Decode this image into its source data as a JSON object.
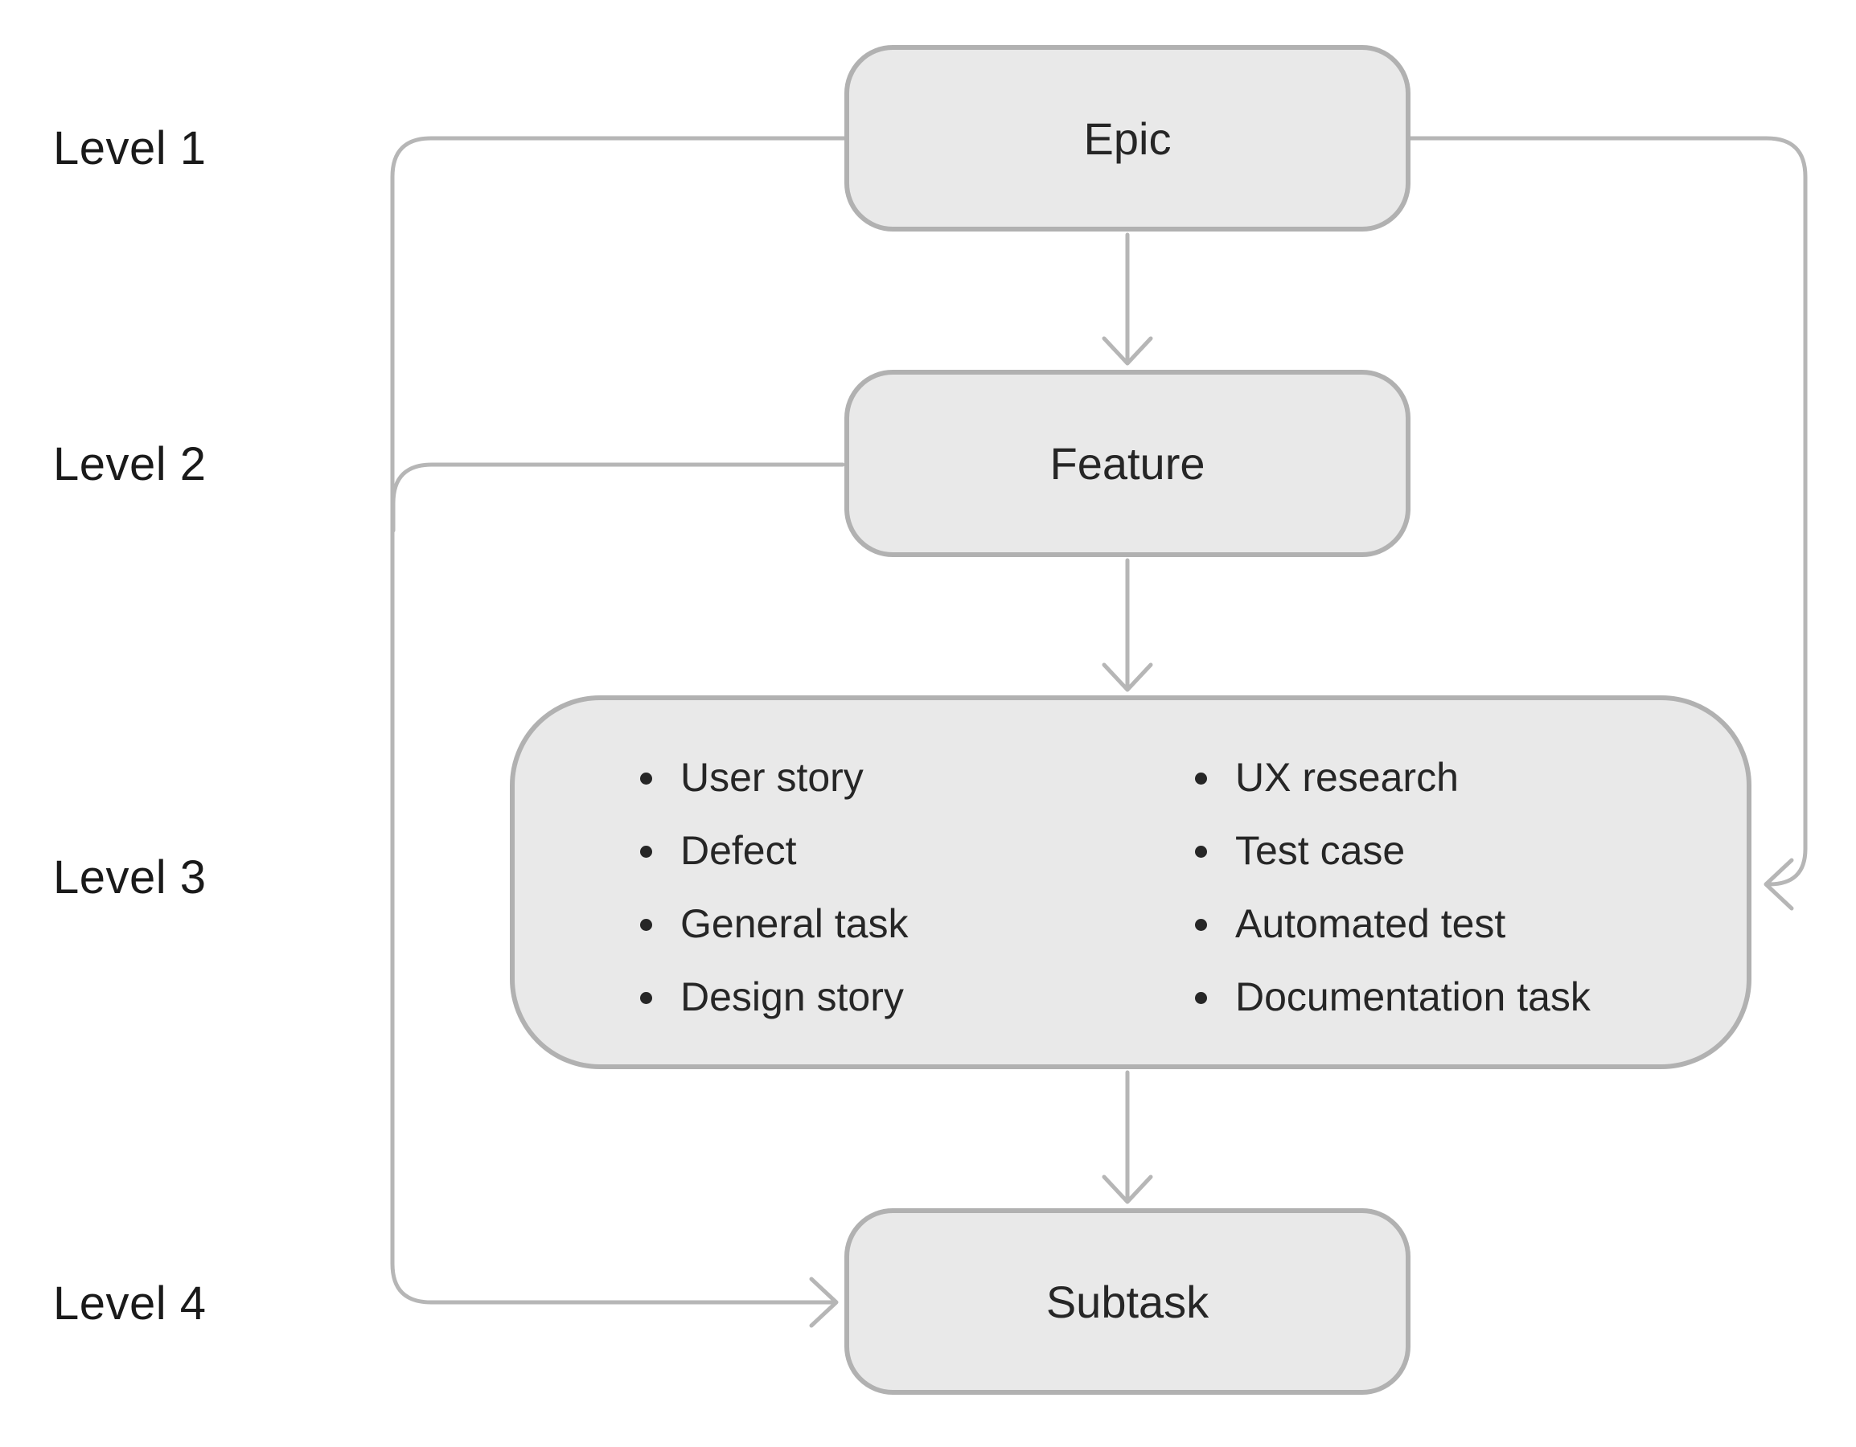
{
  "diagram": {
    "type": "hierarchy-flowchart",
    "colors": {
      "background": "#ffffff",
      "box_fill": "#e9e9e9",
      "box_border": "#b1b1b1",
      "line_color": "#b6b6b6",
      "text_color": "#262626",
      "label_color": "#1a1a1a"
    }
  },
  "levels": [
    {
      "label": "Level 1"
    },
    {
      "label": "Level 2"
    },
    {
      "label": "Level 3"
    },
    {
      "label": "Level 4"
    }
  ],
  "nodes": {
    "epic": {
      "label": "Epic"
    },
    "feature": {
      "label": "Feature"
    },
    "level3": {
      "items_left": [
        "User story",
        "Defect",
        "General task",
        "Design story"
      ],
      "items_right": [
        "UX research",
        "Test case",
        "Automated test",
        "Documentation task"
      ]
    },
    "subtask": {
      "label": "Subtask"
    }
  }
}
